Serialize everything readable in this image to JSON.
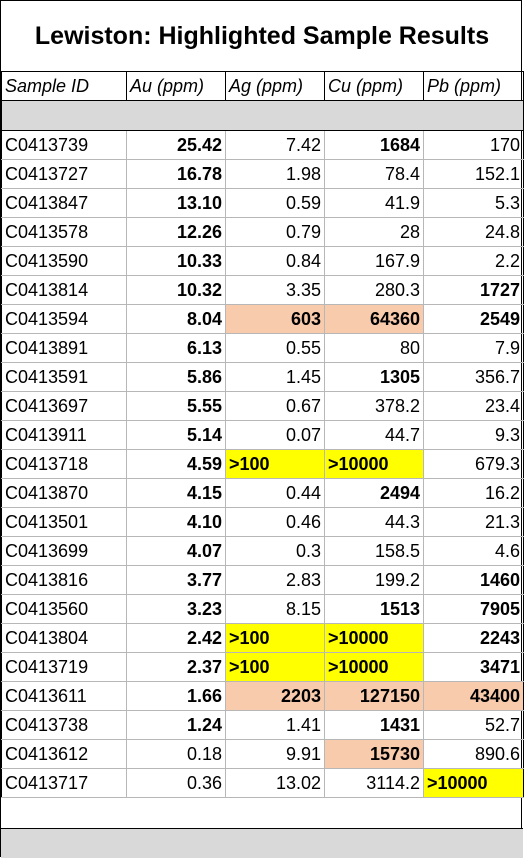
{
  "title": "Lewiston: Highlighted Sample Results",
  "headers": [
    "Sample ID",
    "Au (ppm)",
    "Ag (ppm)",
    "Cu (ppm)",
    "Pb (ppm)"
  ],
  "highlight_colors": {
    "yellow": "#ffff00",
    "orange": "#f8cbad",
    "separator": "#d9d9d9"
  },
  "rows": [
    {
      "id": "C0413739",
      "au": "25.42",
      "ag": "7.42",
      "cu": "1684",
      "pb": "170"
    },
    {
      "id": "C0413727",
      "au": "16.78",
      "ag": "1.98",
      "cu": "78.4",
      "pb": "152.1"
    },
    {
      "id": "C0413847",
      "au": "13.10",
      "ag": "0.59",
      "cu": "41.9",
      "pb": "5.3"
    },
    {
      "id": "C0413578",
      "au": "12.26",
      "ag": "0.79",
      "cu": "28",
      "pb": "24.8"
    },
    {
      "id": "C0413590",
      "au": "10.33",
      "ag": "0.84",
      "cu": "167.9",
      "pb": "2.2"
    },
    {
      "id": "C0413814",
      "au": "10.32",
      "ag": "3.35",
      "cu": "280.3",
      "pb": "1727"
    },
    {
      "id": "C0413594",
      "au": "8.04",
      "ag": "603",
      "cu": "64360",
      "pb": "2549"
    },
    {
      "id": "C0413891",
      "au": "6.13",
      "ag": "0.55",
      "cu": "80",
      "pb": "7.9"
    },
    {
      "id": "C0413591",
      "au": "5.86",
      "ag": "1.45",
      "cu": "1305",
      "pb": "356.7"
    },
    {
      "id": "C0413697",
      "au": "5.55",
      "ag": "0.67",
      "cu": "378.2",
      "pb": "23.4"
    },
    {
      "id": "C0413911",
      "au": "5.14",
      "ag": "0.07",
      "cu": "44.7",
      "pb": "9.3"
    },
    {
      "id": "C0413718",
      "au": "4.59",
      "ag": ">100",
      "cu": ">10000",
      "pb": "679.3"
    },
    {
      "id": "C0413870",
      "au": "4.15",
      "ag": "0.44",
      "cu": "2494",
      "pb": "16.2"
    },
    {
      "id": "C0413501",
      "au": "4.10",
      "ag": "0.46",
      "cu": "44.3",
      "pb": "21.3"
    },
    {
      "id": "C0413699",
      "au": "4.07",
      "ag": "0.3",
      "cu": "158.5",
      "pb": "4.6"
    },
    {
      "id": "C0413816",
      "au": "3.77",
      "ag": "2.83",
      "cu": "199.2",
      "pb": "1460"
    },
    {
      "id": "C0413560",
      "au": "3.23",
      "ag": "8.15",
      "cu": "1513",
      "pb": "7905"
    },
    {
      "id": "C0413804",
      "au": "2.42",
      "ag": ">100",
      "cu": ">10000",
      "pb": "2243"
    },
    {
      "id": "C0413719",
      "au": "2.37",
      "ag": ">100",
      "cu": ">10000",
      "pb": "3471"
    },
    {
      "id": "C0413611",
      "au": "1.66",
      "ag": "2203",
      "cu": "127150",
      "pb": "43400"
    },
    {
      "id": "C0413738",
      "au": "1.24",
      "ag": "1.41",
      "cu": "1431",
      "pb": "52.7"
    },
    {
      "id": "C0413612",
      "au": "0.18",
      "ag": "9.91",
      "cu": "15730",
      "pb": "890.6"
    },
    {
      "id": "C0413717",
      "au": "0.36",
      "ag": "13.02",
      "cu": "3114.2",
      "pb": ">10000"
    }
  ]
}
